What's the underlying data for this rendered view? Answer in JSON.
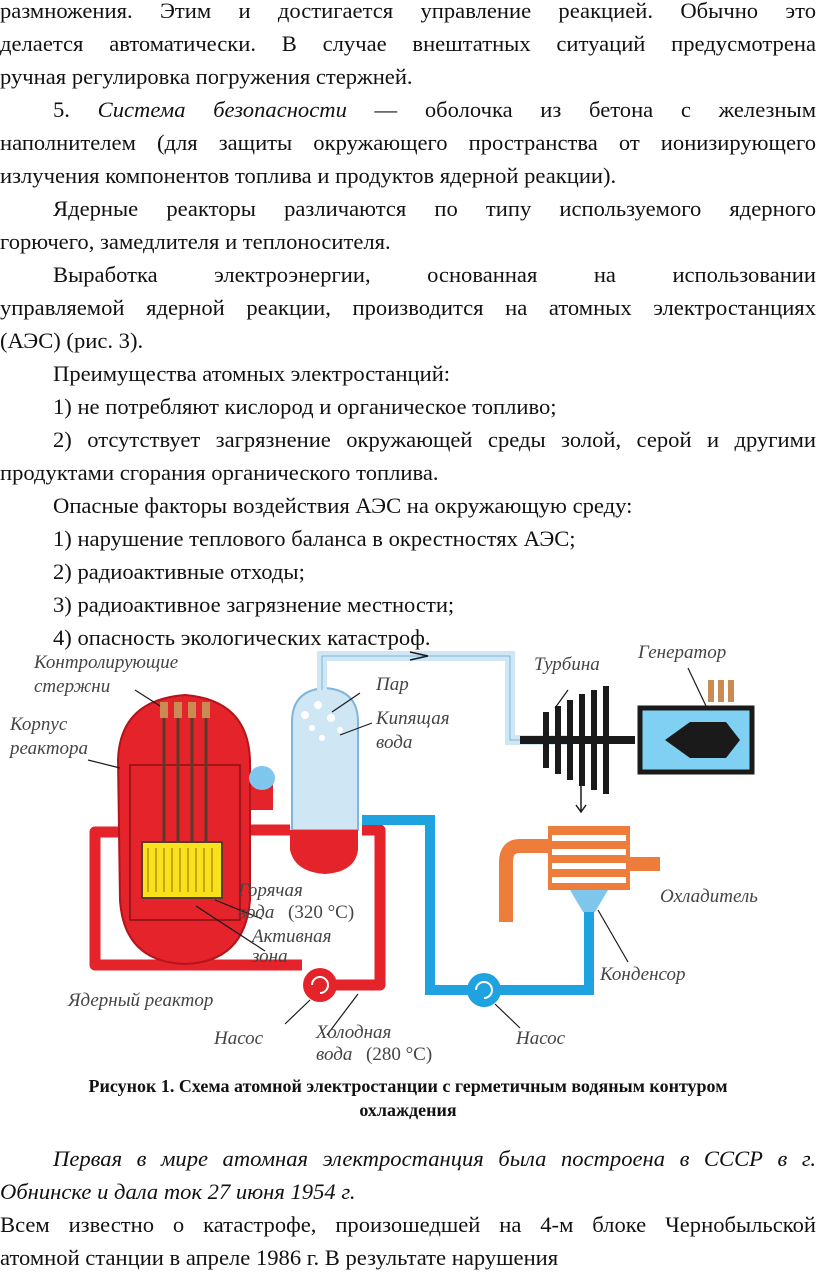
{
  "lines": [
    "размножения. Этим и достигается управление реакцией. Обычно это",
    "делается автоматически. В случае внештатных ситуаций предусмотрена",
    "ручная регулировка погружения стержней.",
    "5. ",
    "Система безопасности",
    " — оболочка из бетона с железным",
    "наполнителем (для защиты окружающего пространства от ионизирующего",
    "излучения компонентов топлива и продуктов ядерной реакции).",
    "Ядерные реакторы различаются по типу используемого ядерного",
    "горючего, замедлителя и теплоносителя.",
    "Выработка электроэнергии, основанная на использовании",
    "управляемой ядерной реакции, производится на атомных электростанциях",
    "(АЭС) (рис. 3).",
    "Преимущества атомных электростанций:",
    "1) не потребляют кислород и органическое топливо;",
    "2) отсутствует загрязнение окружающей среды золой, серой и другими",
    "продуктами сгорания органического топлива.",
    "Опасные факторы воздействия АЭС на окружающую среду:",
    "1) нарушение теплового баланса в окрестностях АЭС;",
    "2) радиоактивные отходы;",
    "3) радиоактивное загрязнение местности;",
    "4) опасность экологических катастроф."
  ],
  "figure": {
    "labels": {
      "control_rods_1": "Контролирующие",
      "control_rods_2": "стержни",
      "vessel_1": "Корпус",
      "vessel_2": "реактора",
      "steam": "Пар",
      "boiling_1": "Кипящая",
      "boiling_2": "вода",
      "turbine": "Турбина",
      "generator": "Генератор",
      "hot_water_1": "Горячая",
      "hot_water_2": "вода",
      "hot_temp": "(320 °С)",
      "core_1": "Активная",
      "core_2": "зона",
      "coolant": "Охладитель",
      "condenser": "Конденсор",
      "reactor": "Ядерный реактор",
      "pump_left": "Насос",
      "cold_water_1": "Холодная",
      "cold_water_2": "вода",
      "cold_temp": "(280 °С)",
      "pump_right": "Насос"
    },
    "colors": {
      "reactor_red": "#e4232b",
      "core_yellow": "#f7e21b",
      "steam_blue": "#cfe6f5",
      "water_blue": "#1ea3e0",
      "turbine_black": "#1a1a1a",
      "condenser_orange": "#ee7d3b",
      "generator_blue": "#7fd0f2"
    }
  },
  "caption": {
    "line1": "Рисунок 1. Схема атомной электростанции с герметичным водяным контуром",
    "line2": "охлаждения"
  },
  "after": {
    "italic_1": "Первая в мире атомная электростанция была построена в СССР в г.",
    "italic_2": "Обнинске и дала ток 27 июня 1954 г.",
    "line_1": "Всем известно о катастрофе, произошедшей на 4-м блоке Чернобыльской",
    "line_2": "атомной станции в апреле 1986 г. В результате нарушения"
  }
}
